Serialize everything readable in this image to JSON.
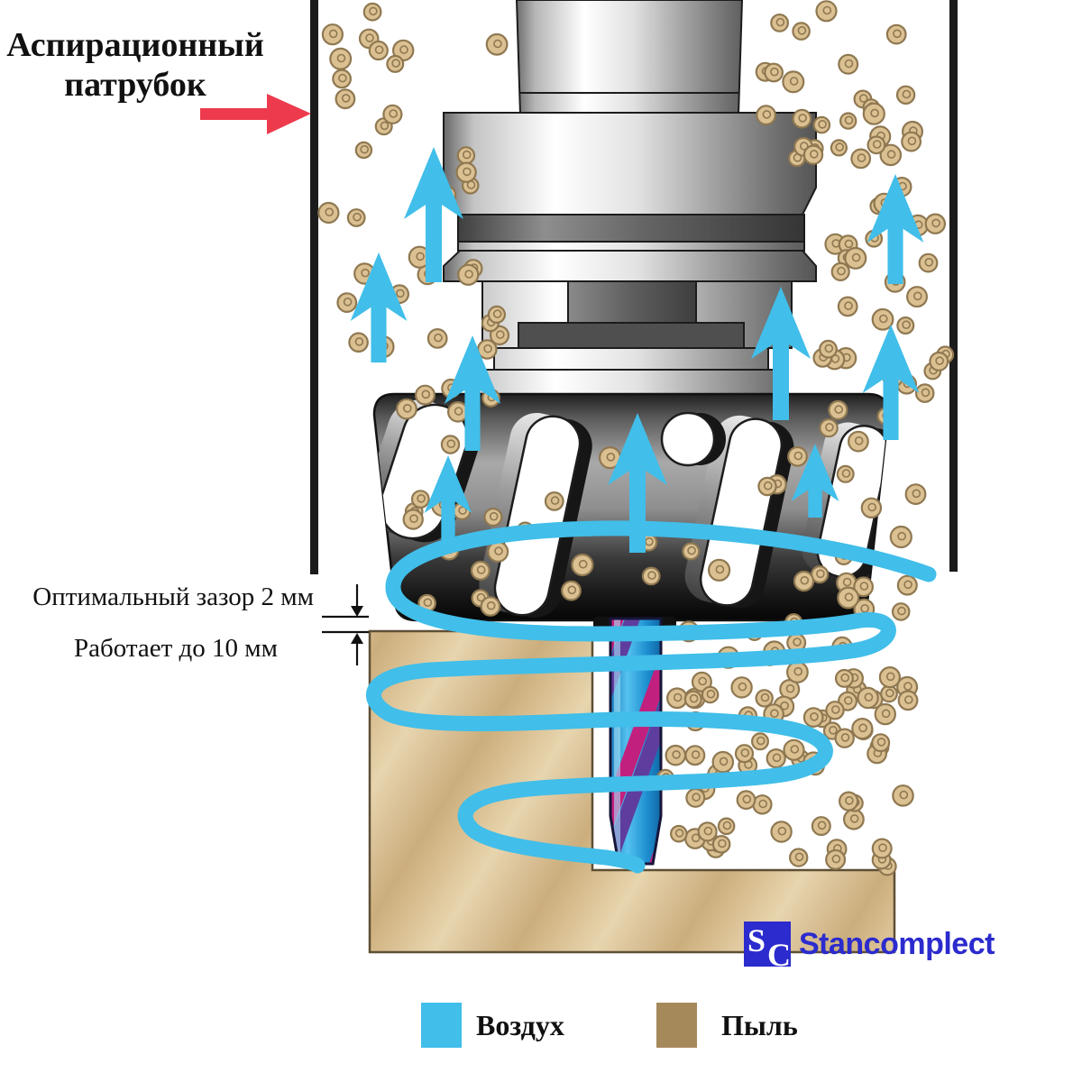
{
  "diagram": {
    "title": {
      "line1": "Аспирационный",
      "line2": "патрубок"
    },
    "annotations": {
      "gap": "Оптимальный зазор 2 мм",
      "depth": "Работает до 10 мм"
    },
    "legend": {
      "air": "Воздух",
      "dust": "Пыль"
    },
    "logo": {
      "letter_s": "S",
      "letter_c": "C",
      "name": "Stancomplect"
    }
  },
  "colors": {
    "air": "#41BEE9",
    "dust_fill": "#DBC092",
    "dust_stroke": "#8F7851",
    "wood_base": "#DCC49C",
    "wood_outline": "#5E4F35",
    "red_arrow": "#ED3B4D",
    "logo_blue": "#2B2BCE",
    "legend_dust": "#A6895B",
    "pipe_wall": "#1B1B1B",
    "bit_blue": "#2D9FD6",
    "bit_magenta": "#C2207E",
    "bit_purple": "#5F3D9E",
    "text": "#111111"
  }
}
